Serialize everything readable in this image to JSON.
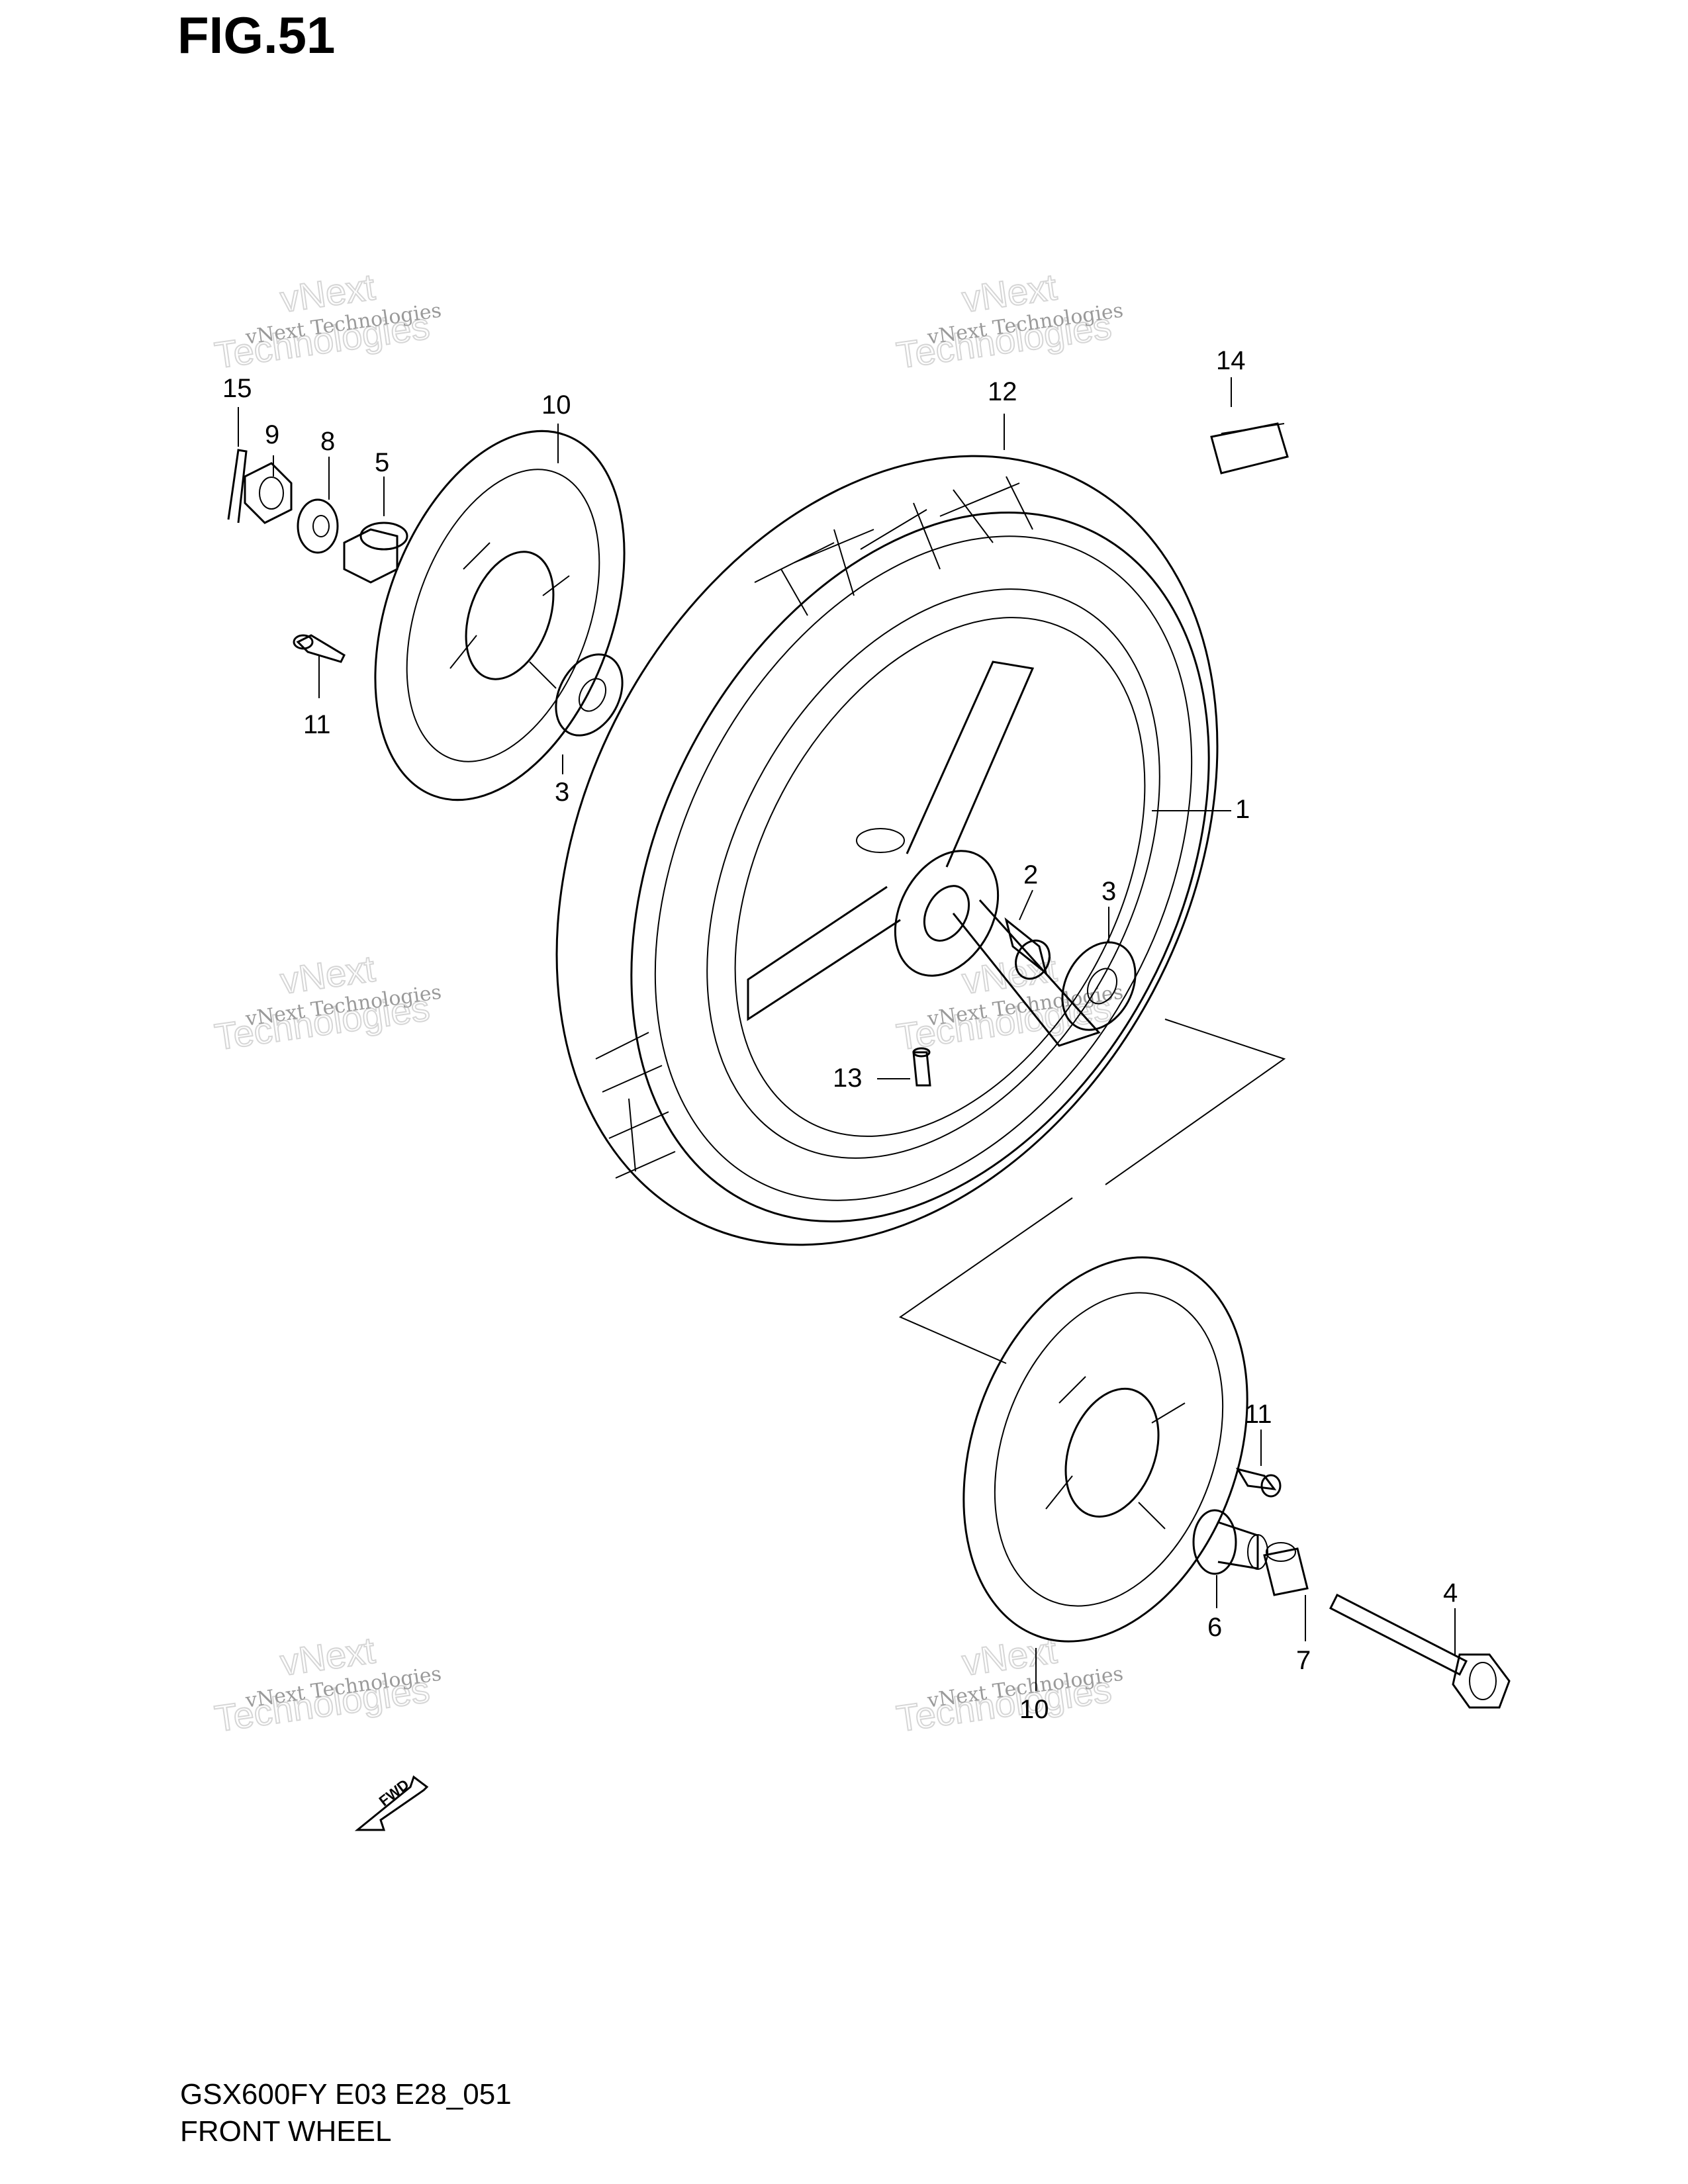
{
  "figure": {
    "title": "FIG.51",
    "model_code": "GSX600FY E03 E28_051",
    "caption": "FRONT WHEEL"
  },
  "watermark": {
    "line1": "vNext Technologies",
    "line2": "vNext",
    "line3": "Technologies"
  },
  "fwd_label": "FWD",
  "callouts": [
    {
      "id": "c15",
      "label": "15"
    },
    {
      "id": "c9",
      "label": "9"
    },
    {
      "id": "c8",
      "label": "8"
    },
    {
      "id": "c5",
      "label": "5"
    },
    {
      "id": "c10a",
      "label": "10"
    },
    {
      "id": "c12",
      "label": "12"
    },
    {
      "id": "c14",
      "label": "14"
    },
    {
      "id": "c11a",
      "label": "11"
    },
    {
      "id": "c3a",
      "label": "3"
    },
    {
      "id": "c1",
      "label": "1"
    },
    {
      "id": "c2",
      "label": "2"
    },
    {
      "id": "c3b",
      "label": "3"
    },
    {
      "id": "c13",
      "label": "13"
    },
    {
      "id": "c11b",
      "label": "11"
    },
    {
      "id": "c4",
      "label": "4"
    },
    {
      "id": "c6",
      "label": "6"
    },
    {
      "id": "c7",
      "label": "7"
    },
    {
      "id": "c10b",
      "label": "10"
    }
  ]
}
